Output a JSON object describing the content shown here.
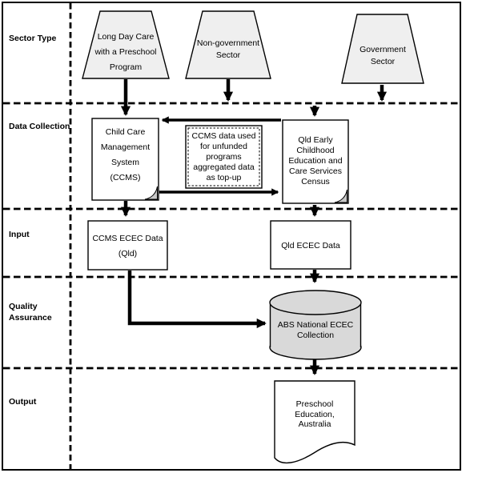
{
  "row_labels": [
    "Sector Type",
    "Data Collection",
    "Input",
    "Quality Assurance",
    "Output"
  ],
  "nodes": {
    "long_day_care": {
      "shape": "trapezoid",
      "lines": [
        "Long Day Care",
        "with a Preschool",
        "Program"
      ]
    },
    "non_government": {
      "shape": "trapezoid",
      "lines": [
        "Non-government",
        "Sector"
      ]
    },
    "government": {
      "shape": "trapezoid",
      "lines": [
        "Government",
        "Sector"
      ]
    },
    "ccms": {
      "shape": "document-folded",
      "lines": [
        "Child Care",
        "Management",
        "System",
        "(CCMS)"
      ]
    },
    "ccms_topup": {
      "shape": "double-border-rect",
      "lines": [
        "CCMS data used",
        "for unfunded",
        "programs",
        "aggregated data",
        "as top-up"
      ]
    },
    "qld_census": {
      "shape": "document-folded",
      "lines": [
        "Qld Early",
        "Childhood",
        "Education and",
        "Care Services",
        "Census"
      ]
    },
    "ccms_ecec_data": {
      "shape": "rect",
      "lines": [
        "CCMS ECEC Data",
        "(Qld)"
      ]
    },
    "qld_ecec_data": {
      "shape": "rect",
      "lines": [
        "Qld ECEC Data"
      ]
    },
    "abs_collection": {
      "shape": "cylinder",
      "lines": [
        "ABS National ECEC",
        "Collection"
      ]
    },
    "preschool_education": {
      "shape": "document-wavy",
      "lines": [
        "Preschool",
        "Education,",
        "Australia"
      ]
    }
  },
  "edges": [
    {
      "from": "long_day_care",
      "to": "ccms"
    },
    {
      "from": "non_government",
      "to": "qld_census"
    },
    {
      "from": "government",
      "to": "qld_census"
    },
    {
      "from": "qld_census",
      "to": "ccms"
    },
    {
      "from": "ccms",
      "to": "qld_census"
    },
    {
      "from": "ccms",
      "to": "ccms_ecec_data"
    },
    {
      "from": "qld_census",
      "to": "qld_ecec_data"
    },
    {
      "from": "ccms_ecec_data",
      "to": "abs_collection"
    },
    {
      "from": "qld_ecec_data",
      "to": "abs_collection"
    },
    {
      "from": "abs_collection",
      "to": "preschool_education"
    }
  ],
  "colors": {
    "shape_fill": "#efefef",
    "cylinder_fill": "#d9d9d9",
    "fold_fill": "#c8c8c8",
    "box_fill": "#ffffff",
    "line": "#000000",
    "background": "#ffffff"
  }
}
